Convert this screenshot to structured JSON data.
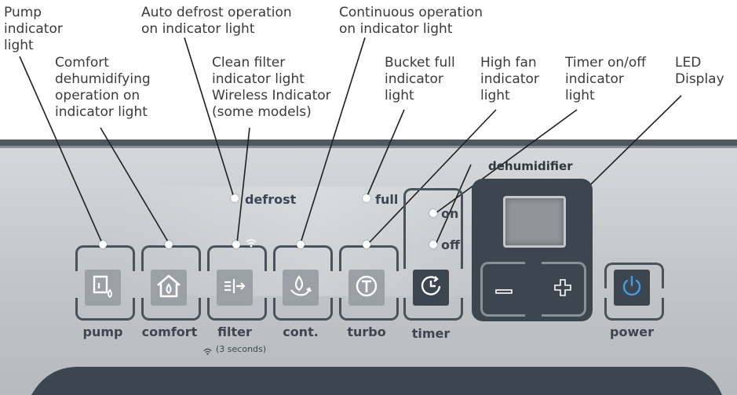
{
  "callouts": {
    "pump": "Pump\nindicator\nlight",
    "comfort": "Comfort\ndehumidifying\noperation on\nindicator light",
    "defrost": "Auto defrost operation\non indicator light",
    "filter": "Clean filter\nindicator light\nWireless Indicator\n(some models)",
    "continuous": "Continuous operation\non indicator light",
    "bucket": "Bucket full\nindicator\nlight",
    "highfan": "High fan\nindicator\nlight",
    "timer": "Timer on/off\nindicator\nlight",
    "led": "LED\nDisplay"
  },
  "panel": {
    "brand": "dehumidifier",
    "indicators": {
      "defrost": "defrost",
      "full": "full",
      "on": "on",
      "off": "off"
    },
    "buttons": {
      "pump": "pump",
      "comfort": "comfort",
      "filter": "filter",
      "cont": "cont.",
      "turbo": "turbo",
      "timer": "timer",
      "power": "power"
    },
    "filter_note": "(3 seconds)"
  },
  "colors": {
    "panel_steel": "#c9cdd1",
    "panel_dark": "#3d454e",
    "button_light": "#9aa0a6",
    "power_icon": "#3f9fe0"
  }
}
